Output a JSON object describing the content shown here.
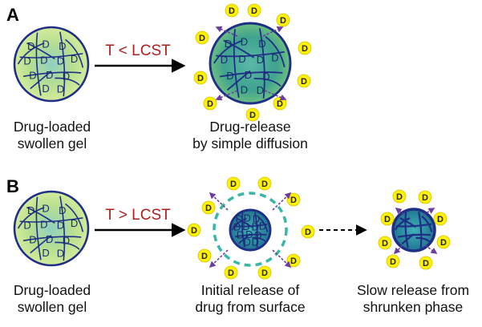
{
  "panels": {
    "a": {
      "letter": "A",
      "condition": "T < LCST",
      "left_caption": [
        "Drug-loaded",
        "swollen gel"
      ],
      "right_caption": [
        "Drug-release",
        "by simple diffusion"
      ]
    },
    "b": {
      "letter": "B",
      "condition": "T > LCST",
      "left_caption": [
        "Drug-loaded",
        "swollen gel"
      ],
      "middle_caption": [
        "Initial release of",
        "drug from surface"
      ],
      "right_caption": [
        "Slow release from",
        "shrunken phase"
      ]
    }
  },
  "drug_symbol": "D",
  "colors": {
    "drug_fill": "#fff200",
    "gel_light": "#d7ee9a",
    "gel_mid": "#8cc97a",
    "gel_teal": "#2d9b93",
    "network": "#1f2f86",
    "release_arrow": "#6a3ea1",
    "condition_text": "#b01e1e",
    "dashed_ring": "#38b7a8"
  }
}
